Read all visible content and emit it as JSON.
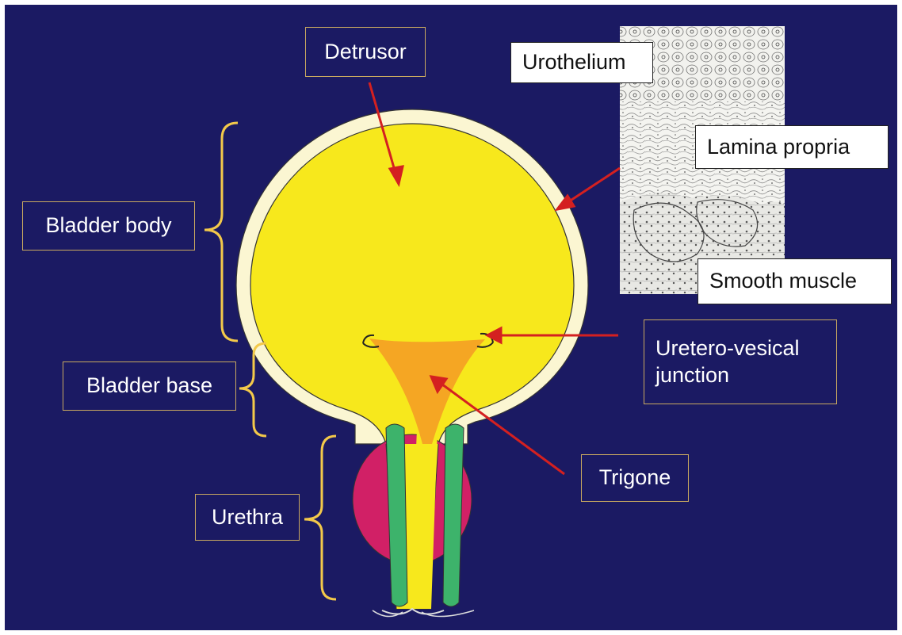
{
  "labels": {
    "detrusor": "Detrusor",
    "urothelium": "Urothelium",
    "lamina_propria": "Lamina propria",
    "smooth_muscle": "Smooth muscle",
    "bladder_body": "Bladder body",
    "bladder_base": "Bladder base",
    "uretero_vesical_line1": "Uretero-vesical",
    "uretero_vesical_line2": "junction",
    "trigone": "Trigone",
    "urethra": "Urethra"
  },
  "colors": {
    "background": "#1b1a63",
    "bladder_fill": "#f7e81c",
    "bladder_wall": "#fbf6d2",
    "trigone": "#f5a623",
    "prostate": "#d12066",
    "urethral_muscle": "#3db36b",
    "arrow": "#d42020",
    "brace": "#f3c94a"
  }
}
